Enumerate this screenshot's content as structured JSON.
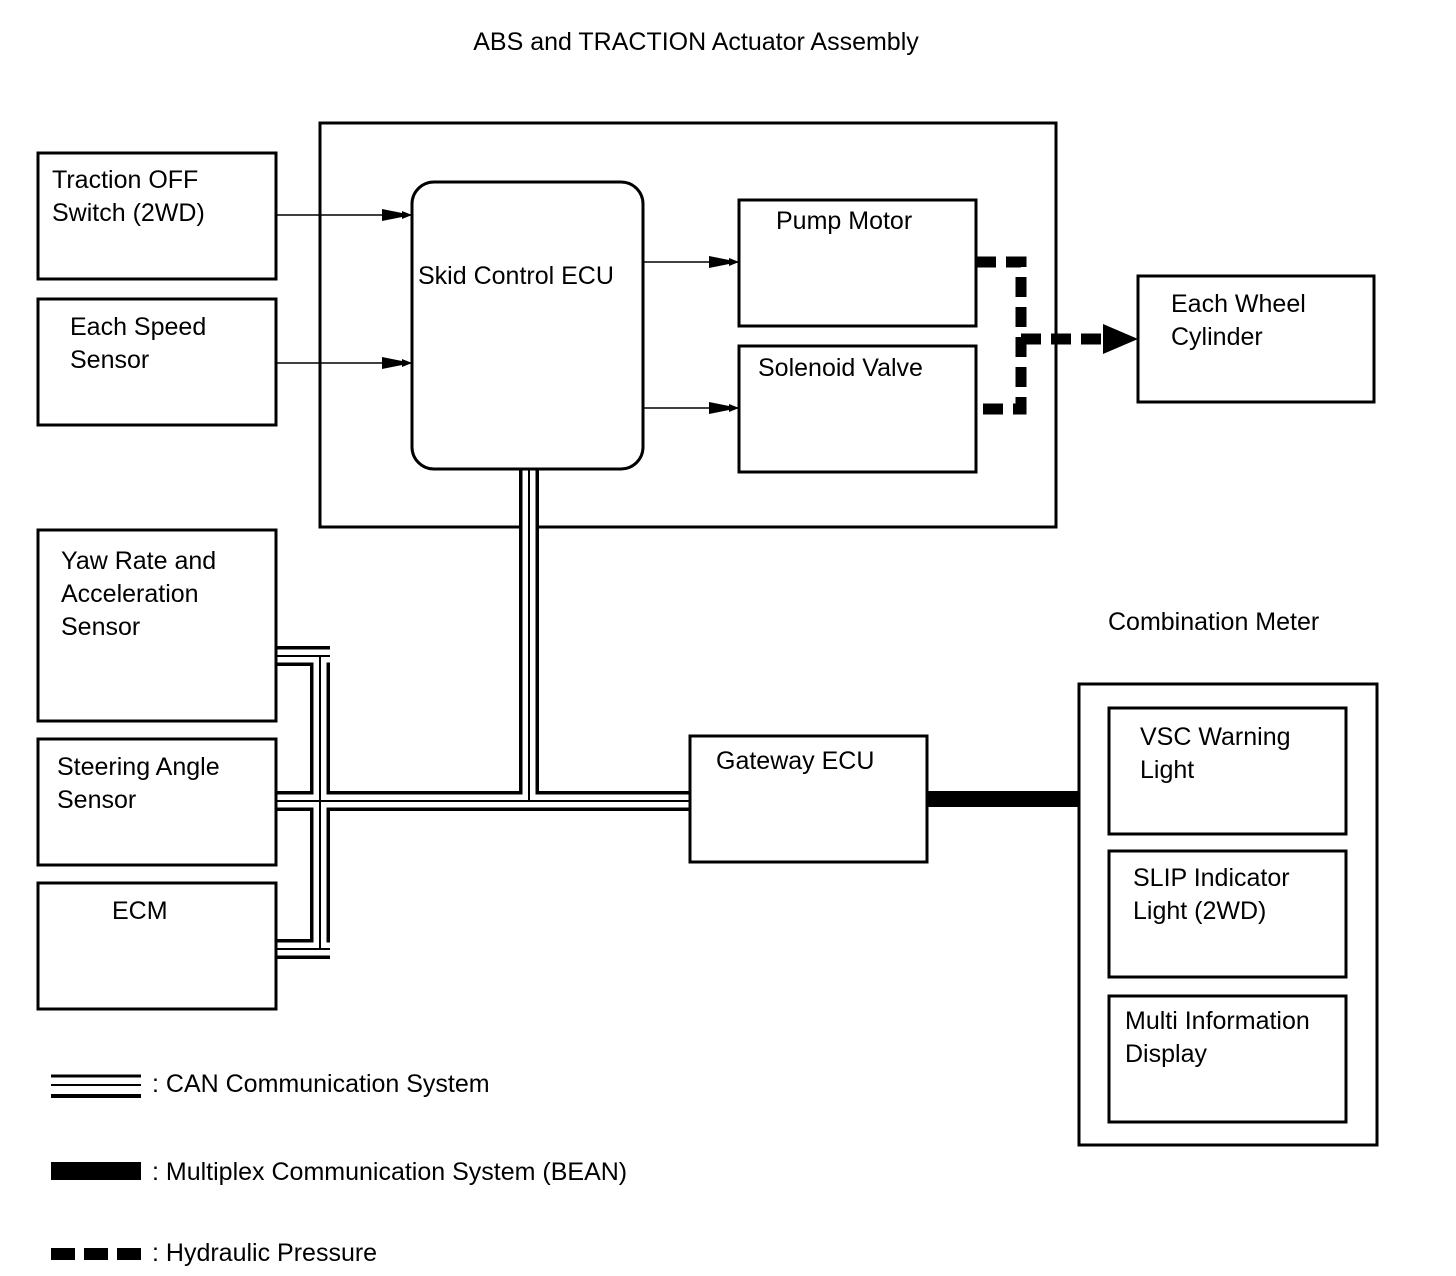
{
  "title": "ABS and TRACTION Actuator Assembly",
  "combination_meter_label": "Combination Meter",
  "nodes": {
    "traction_off_switch": [
      "Traction OFF",
      "Switch (2WD)"
    ],
    "each_speed_sensor": [
      "Each Speed",
      "Sensor"
    ],
    "skid_control_ecu": [
      "Skid Control ECU"
    ],
    "pump_motor": [
      "Pump Motor"
    ],
    "solenoid_valve": [
      "Solenoid Valve"
    ],
    "each_wheel_cylinder": [
      "Each Wheel",
      "Cylinder"
    ],
    "yaw_rate_sensor": [
      "Yaw Rate and",
      "Acceleration",
      "Sensor"
    ],
    "steering_angle_sensor": [
      "Steering Angle",
      "Sensor"
    ],
    "ecm": [
      "ECM"
    ],
    "gateway_ecu": [
      "Gateway ECU"
    ],
    "vsc_warning_light": [
      "VSC Warning",
      "Light"
    ],
    "slip_indicator_light": [
      "SLIP Indicator",
      "Light (2WD)"
    ],
    "multi_information_display": [
      "Multi Information",
      "Display"
    ]
  },
  "legend": {
    "can": ": CAN Communication System",
    "bean": ": Multiplex Communication System (BEAN)",
    "hydraulic": ": Hydraulic Pressure"
  }
}
